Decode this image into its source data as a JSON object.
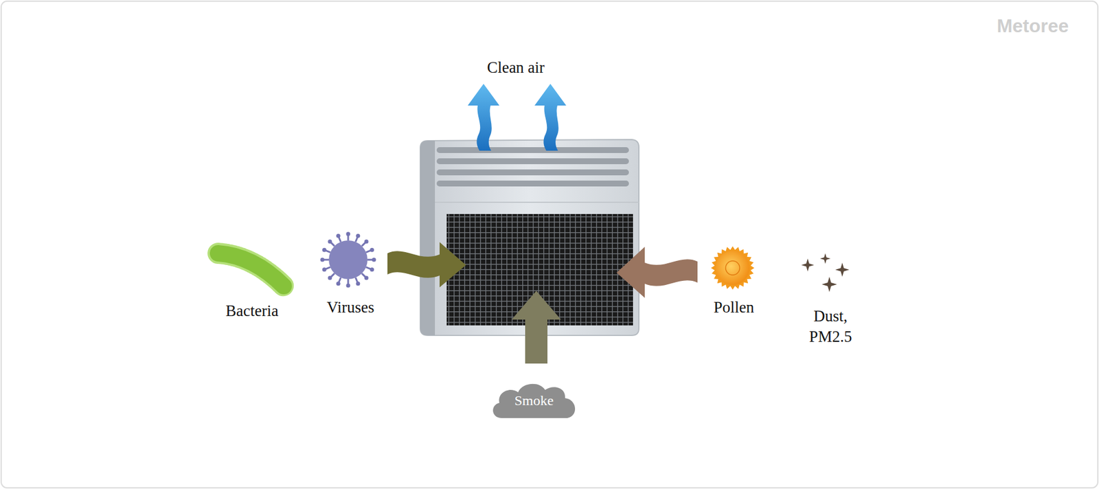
{
  "diagram": {
    "nodes": [
      {
        "text": [
          "Smoke"
        ]
      }
    ],
    "labels": [
      "Clean air",
      "Bacteria",
      "Viruses",
      "Pollen",
      "Dust, PM2.5",
      "Metoree"
    ]
  }
}
